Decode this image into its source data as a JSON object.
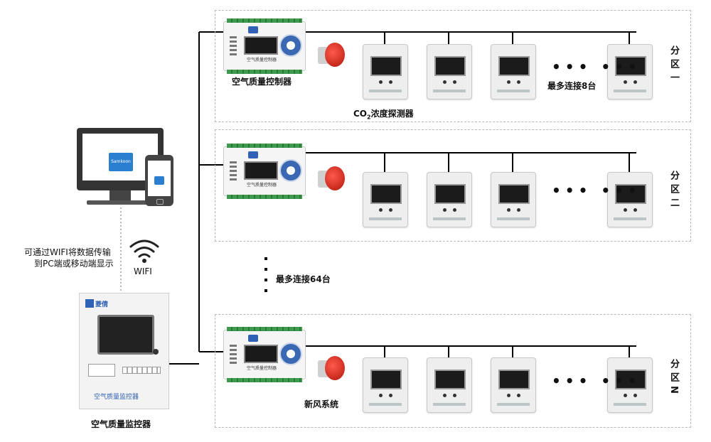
{
  "zones": [
    {
      "label": "分区一",
      "footnote": "最多连接8台"
    },
    {
      "label": "分区二"
    },
    {
      "label": "分区N"
    }
  ],
  "labels": {
    "controller": "空气质量控制器",
    "co2_detector_prefix": "CO",
    "co2_detector_sub": "2",
    "co2_detector_suffix": "浓度探测器",
    "max_64": "最多连接64台",
    "fresh_air": "新风系统",
    "monitor": "空气质量监控器",
    "wifi": "WIFI",
    "wifi_desc_1": "可通过WIFI将数据传输",
    "wifi_desc_2": "到PC端或移动端显示",
    "cabinet_brand": "菱倩",
    "cabinet_name": "空气质量监控器",
    "app_logo": "Samkoon",
    "ctrl_panel_name": "空气质量控制器"
  },
  "icons": {
    "wifi": "wifi-icon",
    "alarm": "alarm-light-icon",
    "computer": "desktop-computer-icon",
    "phone": "mobile-phone-icon"
  },
  "colors": {
    "wire": "#000000",
    "zone_border": "#b8b8b8",
    "brand_blue": "#2f62b5",
    "alarm_red": "#d1291a",
    "terminal_green": "#3d9a4e"
  }
}
